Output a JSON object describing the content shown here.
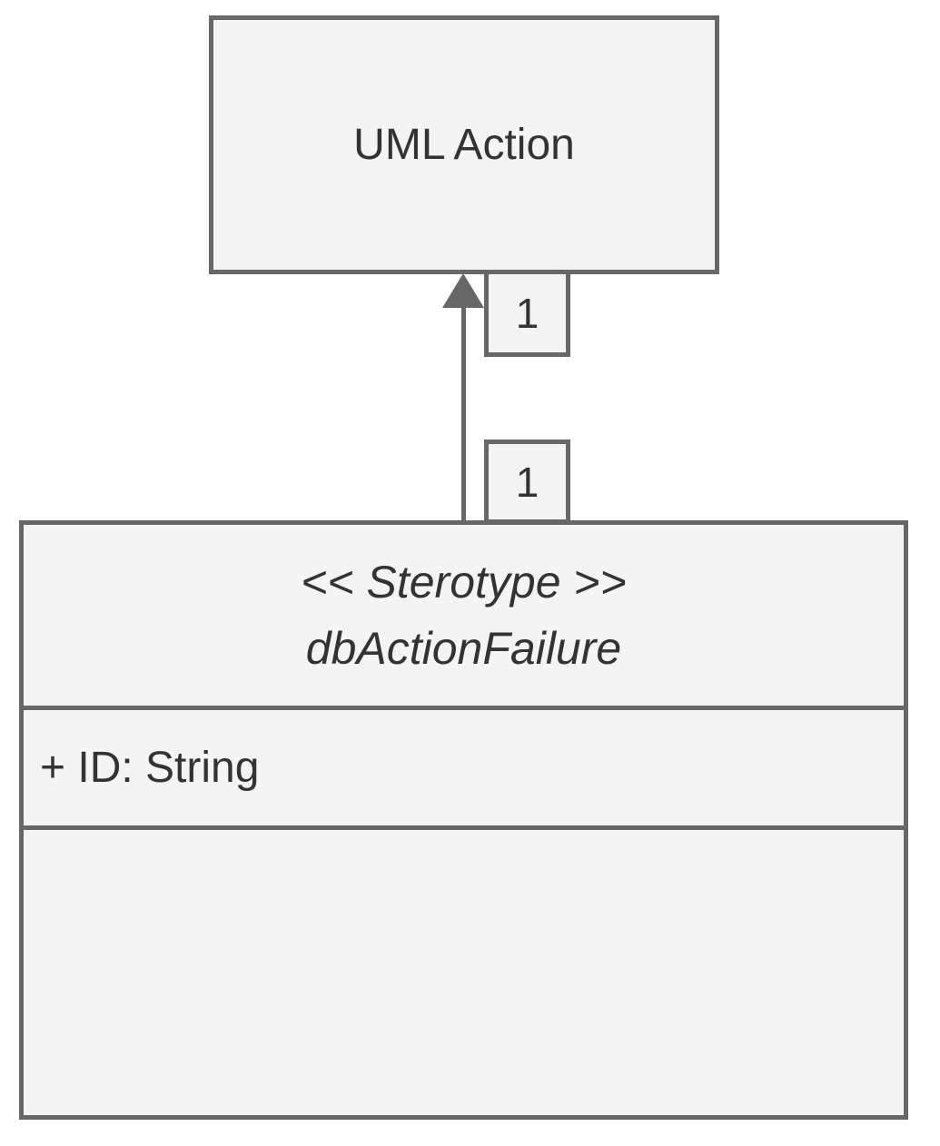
{
  "diagram": {
    "parent_class": {
      "name": "UML Action"
    },
    "child_class": {
      "stereotype": "<< Sterotype >>",
      "name": "dbActionFailure",
      "attributes": [
        "+ ID: String"
      ]
    },
    "association": {
      "type": "generalization-arrow",
      "target_multiplicity": "1",
      "source_multiplicity": "1"
    },
    "colors": {
      "box_fill": "#f4f4f5",
      "box_border": "#676767",
      "text": "#333333"
    }
  }
}
